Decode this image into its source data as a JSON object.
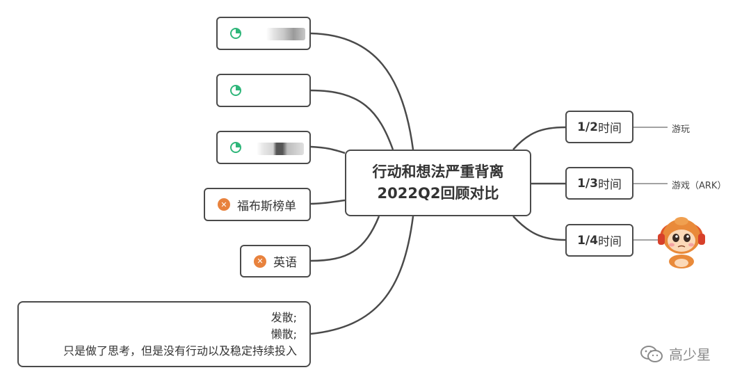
{
  "central": {
    "line1": "行动和想法严重背离",
    "line2": "2022Q2回顾对比"
  },
  "left_nodes": [
    {
      "icon": "progress-icon",
      "label": ""
    },
    {
      "icon": "progress-icon",
      "label": ""
    },
    {
      "icon": "progress-icon",
      "label": ""
    },
    {
      "icon": "cancel-icon",
      "label": "福布斯榜单"
    },
    {
      "icon": "cancel-icon",
      "label": "英语"
    }
  ],
  "note": {
    "line1": "发散;",
    "line2": "懒散;",
    "line3": "只是做了思考，但是没有行动以及稳定持续投入"
  },
  "right_nodes": [
    {
      "fraction": "1/2",
      "suffix": "时间",
      "leaf": "游玩"
    },
    {
      "fraction": "1/3",
      "suffix": "时间",
      "leaf": "游戏（ARK）"
    },
    {
      "fraction": "1/4",
      "suffix": "时间",
      "leaf": ""
    }
  ],
  "watermark": {
    "text": "高少星"
  },
  "colors": {
    "border": "#4a4a4a",
    "progress": "#2fb67a",
    "cancel": "#e8823d"
  }
}
